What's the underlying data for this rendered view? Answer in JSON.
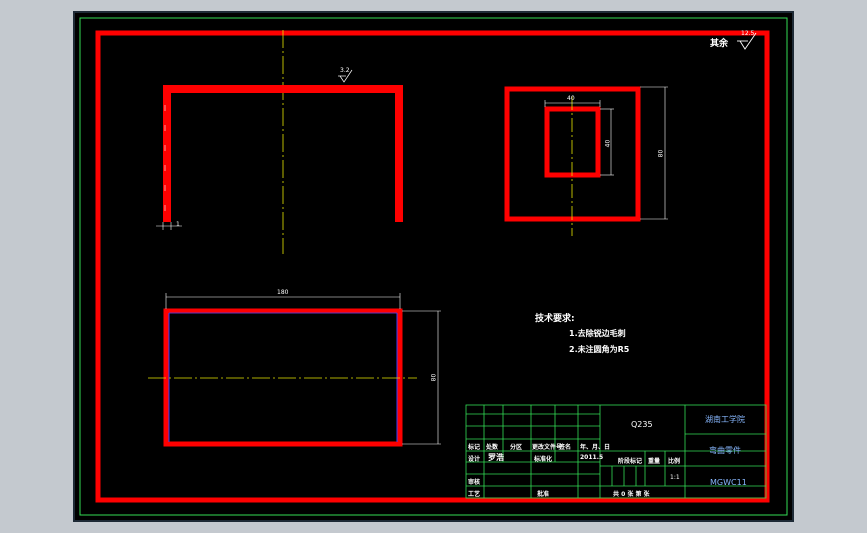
{
  "surface_finish": {
    "label": "其余",
    "value": "12.5"
  },
  "surface_mark_top": {
    "value": "3.2"
  },
  "dims": {
    "bottom_small": "1",
    "top_width": "40",
    "inner_height": "40",
    "outer_height": "80",
    "length": "180",
    "height": "80"
  },
  "technical_requirements": {
    "title": "技术要求:",
    "items": [
      "1.去除锐边毛刺",
      "2.未注圆角为R5"
    ]
  },
  "title_block": {
    "material": "Q235",
    "school": "湖南工学院",
    "part_name": "弯曲零件",
    "drawing_no": "MGWC11",
    "scale": "1:1",
    "designer": "罗浩",
    "date": "2011.5",
    "sheet": "共 0 张 第 张",
    "headers": {
      "mark": "标记",
      "count": "处数",
      "zone": "分区",
      "change_doc": "更改文件号",
      "signature": "签名",
      "ymd": "年、月、日",
      "design": "设计",
      "standardize": "标准化",
      "stage_mark": "阶段标记",
      "weight": "重量",
      "ratio": "比例",
      "review": "审核",
      "process": "工艺",
      "approve": "批准"
    }
  }
}
